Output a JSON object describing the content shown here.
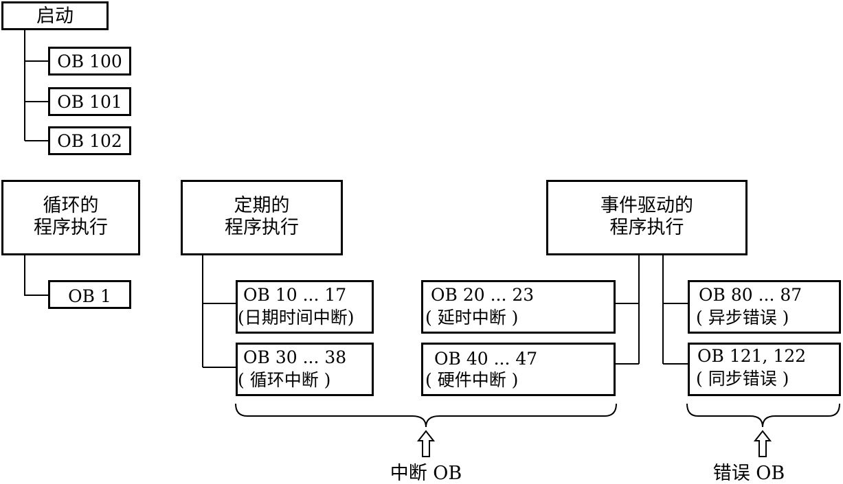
{
  "startup": {
    "title": "启动",
    "items": [
      "OB 100",
      "OB 101",
      "OB 102"
    ]
  },
  "cyclic": {
    "title_line1": "循环的",
    "title_line2": "程序执行",
    "item": "OB 1"
  },
  "periodic": {
    "title_line1": "定期的",
    "title_line2": "程序执行",
    "items": [
      {
        "line1": "OB 10 ... 17",
        "line2": "(日期时间中断)"
      },
      {
        "line1": "OB 30 ... 38",
        "line2": "( 循环中断 )"
      }
    ]
  },
  "event": {
    "title_line1": "事件驱动的",
    "title_line2": "程序执行",
    "left_items": [
      {
        "line1": "OB 20 ... 23",
        "line2": "( 延时中断 )"
      },
      {
        "line1": "OB 40 ... 47",
        "line2": "( 硬件中断 )"
      }
    ],
    "right_items": [
      {
        "line1": "OB 80 ... 87",
        "line2": "( 异步错误 )"
      },
      {
        "line1": "OB 121, 122",
        "line2": "( 同步错误 )"
      }
    ]
  },
  "groups": {
    "interrupt_label": "中断 OB",
    "error_label": "错误 OB"
  },
  "colors": {
    "line": "#000000",
    "background": "#ffffff"
  }
}
